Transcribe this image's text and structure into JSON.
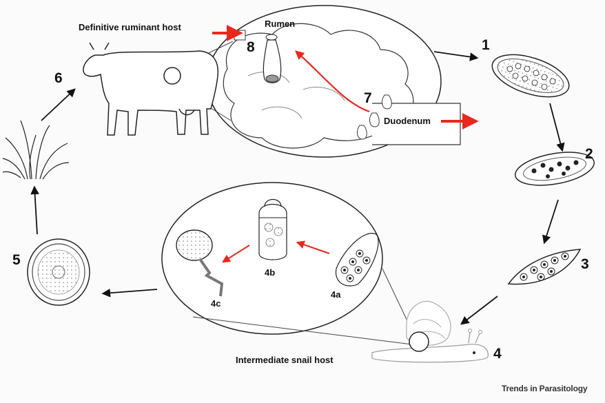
{
  "labels": {
    "definitive_host": "Definitive ruminant host",
    "rumen": "Rumen",
    "duodenum": "Duodenum",
    "intermediate_host": "Intermediate snail host",
    "credit": "Trends in Parasitology"
  },
  "steps": [
    "1",
    "2",
    "3",
    "4",
    "5",
    "6",
    "7",
    "8"
  ],
  "substeps": [
    "4a",
    "4b",
    "4c"
  ],
  "colors": {
    "ink": "#111111",
    "red_arrow": "#e8281e",
    "background": "#fbfbfb"
  }
}
